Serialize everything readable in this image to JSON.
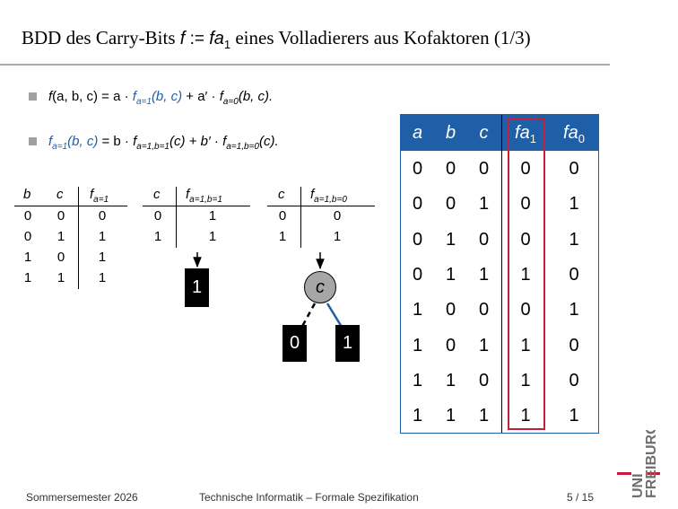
{
  "slide": {
    "title_prefix": "BDD des Carry-Bits",
    "title_f": "f",
    "title_assign": ":=",
    "title_fa": "fa",
    "title_fa_sub": "1",
    "title_suffix": "eines Volladierers aus Kofaktoren (1/3)"
  },
  "bullets": [
    {
      "f": "f",
      "args": "(a, b, c) = a ·",
      "term1_f": "f",
      "term1_sub": "a=1",
      "term1_args": "(b, c)",
      "mid": "+ a′ ·",
      "term2_f": "f",
      "term2_sub": "a=0",
      "term2_args": "(b, c)."
    },
    {
      "lhs_f": "f",
      "lhs_sub": "a=1",
      "lhs_args": "(b, c)",
      "mid": "= b ·",
      "term1_f": "f",
      "term1_sub": "a=1,b=1",
      "term1_args": "(c) + b′ ·",
      "term2_f": "f",
      "term2_sub": "a=1,b=0",
      "term2_args": "(c)."
    }
  ],
  "table1": {
    "headers": [
      "b",
      "c",
      "f"
    ],
    "f_sub": "a=1",
    "rows": [
      [
        "0",
        "0",
        "0"
      ],
      [
        "0",
        "1",
        "1"
      ],
      [
        "1",
        "0",
        "1"
      ],
      [
        "1",
        "1",
        "1"
      ]
    ]
  },
  "table2": {
    "headers": [
      "c",
      "f"
    ],
    "f_sub": "a=1,b=1",
    "rows": [
      [
        "0",
        "1"
      ],
      [
        "1",
        "1"
      ]
    ]
  },
  "table3": {
    "headers": [
      "c",
      "f"
    ],
    "f_sub": "a=1,b=0",
    "rows": [
      [
        "0",
        "0"
      ],
      [
        "1",
        "1"
      ]
    ]
  },
  "bdd": {
    "leaf_left": "1",
    "node_label": "c",
    "leaf_zero": "0",
    "leaf_one": "1",
    "low_edge_color": "#000000",
    "high_edge_color": "#1e5fa8"
  },
  "truth_table": {
    "headers": [
      "a",
      "b",
      "c",
      "fa",
      "fa"
    ],
    "header_subs": [
      "",
      "",
      "",
      "1",
      "0"
    ],
    "rows": [
      [
        "0",
        "0",
        "0",
        "0",
        "0"
      ],
      [
        "0",
        "0",
        "1",
        "0",
        "1"
      ],
      [
        "0",
        "1",
        "0",
        "0",
        "1"
      ],
      [
        "0",
        "1",
        "1",
        "1",
        "0"
      ],
      [
        "1",
        "0",
        "0",
        "0",
        "1"
      ],
      [
        "1",
        "0",
        "1",
        "1",
        "0"
      ],
      [
        "1",
        "1",
        "0",
        "1",
        "0"
      ],
      [
        "1",
        "1",
        "1",
        "1",
        "1"
      ]
    ],
    "header_color": "#1e5fa8",
    "highlight_color": "#c0203c"
  },
  "footer": {
    "semester": "Sommersemester 2026",
    "course": "Technische Informatik – Formale Spezifikation",
    "page": "5 / 15"
  },
  "logo": {
    "line1": "UNI",
    "line2": "FREIBURG"
  }
}
